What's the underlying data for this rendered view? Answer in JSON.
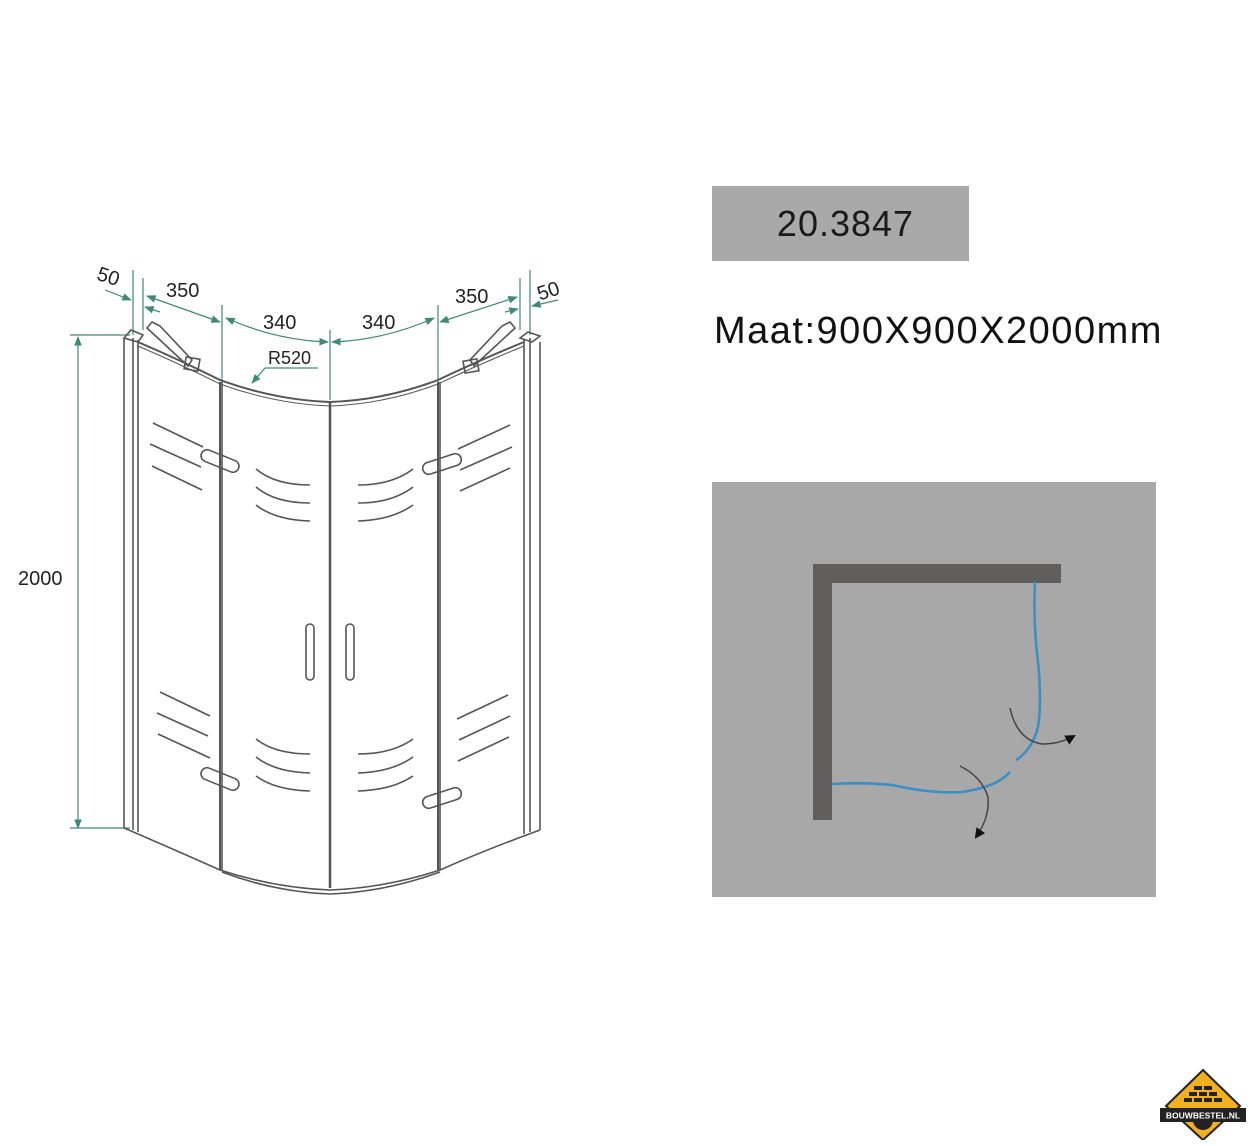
{
  "product": {
    "code": "20.3847",
    "size_label": "Maat",
    "size_separator": ":",
    "size_value": "900X900X2000mm"
  },
  "elevation_drawing": {
    "dimensions": {
      "left_post": "50",
      "left_fixed_panel": "350",
      "left_door": "340",
      "right_door": "340",
      "right_fixed_panel": "350",
      "right_post": "50",
      "radius": "R520",
      "height": "2000"
    }
  },
  "plan_view": {
    "wall_color": "#615e5e",
    "glass_color": "#3a8fc4",
    "background_color": "#a8a8a8",
    "door_swing": "outward (two doors)"
  },
  "logo": {
    "text": "BOUWBESTEL.NL",
    "accent": "#f2b01e"
  },
  "colors": {
    "dimension_lines": "#3d8a76",
    "code_box": "#a9a9a9"
  }
}
